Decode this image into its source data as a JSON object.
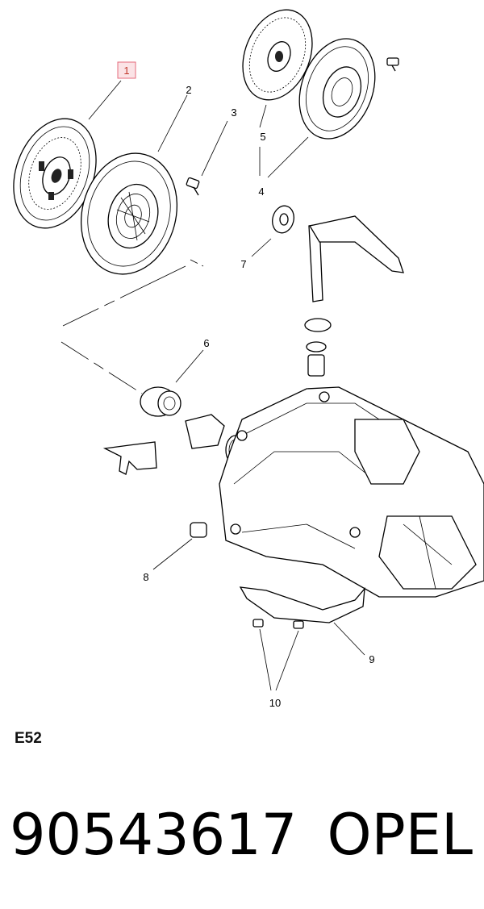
{
  "callouts": {
    "c1": "1",
    "c2": "2",
    "c3": "3",
    "c4": "4",
    "c5": "5",
    "c6": "6",
    "c7": "7",
    "c8": "8",
    "c9": "9",
    "c10": "10"
  },
  "highlight_color": "#e46b7c",
  "diagram_code": "E52",
  "part_number": "90543617",
  "brand": "OPEL"
}
